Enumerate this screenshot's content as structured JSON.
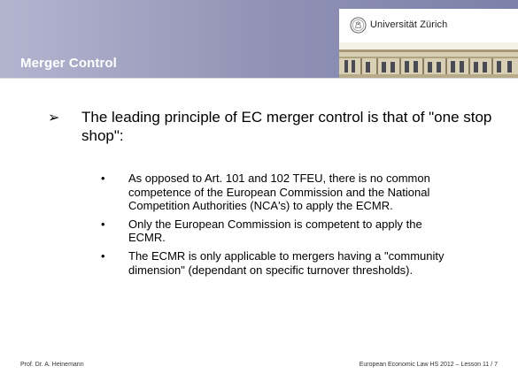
{
  "header": {
    "title": "Merger Control",
    "university": "Universität Zürich",
    "logo_icon": "university-seal-icon",
    "building_icon": "university-building-icon"
  },
  "main": {
    "bullet_symbol": "➢",
    "text": "The leading principle of EC merger control is that of \"one stop shop\":",
    "sub_symbol": "•",
    "sub_items": [
      "As opposed to Art. 101 and 102 TFEU, there is no common competence of the European Commission and the National Competition Authorities (NCA's) to apply the ECMR.",
      "Only the European Commission is competent to apply the ECMR.",
      "The ECMR is only applicable to mergers having a \"community dimension\" (dependant on specific turnover thresholds)."
    ]
  },
  "footer": {
    "author": "Prof. Dr. A. Heinemann",
    "course": "European Economic Law HS 2012 – Lesson 11  /  7"
  },
  "colors": {
    "header_start": "#b3b5cf",
    "header_end": "#7d80a8",
    "title_text": "#ffffff"
  }
}
